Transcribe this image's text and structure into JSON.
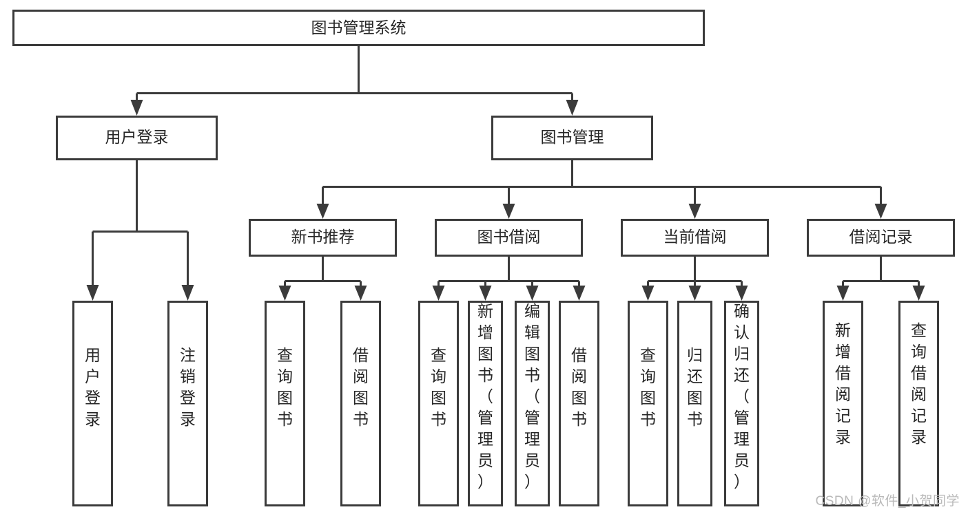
{
  "diagram": {
    "title": "图书管理系统",
    "type": "hierarchy-tree",
    "watermark": "CSDN @软件_小贺同学",
    "colors": {
      "stroke": "#3b3b3b",
      "box_fill": "#ffffff",
      "text": "#262626",
      "background": "#ffffff",
      "watermark": "#b9b9b9"
    },
    "levels": [
      {
        "level": 1,
        "nodes": [
          {
            "id": "root",
            "label": "图书管理系统",
            "orientation": "horizontal"
          }
        ]
      },
      {
        "level": 2,
        "nodes": [
          {
            "id": "user-login",
            "label": "用户登录",
            "orientation": "horizontal",
            "parent": "root"
          },
          {
            "id": "book-mgmt",
            "label": "图书管理",
            "orientation": "horizontal",
            "parent": "root"
          }
        ]
      },
      {
        "level": 3,
        "nodes": [
          {
            "id": "new-book-rec",
            "label": "新书推荐",
            "orientation": "horizontal",
            "parent": "book-mgmt"
          },
          {
            "id": "book-borrow",
            "label": "图书借阅",
            "orientation": "horizontal",
            "parent": "book-mgmt"
          },
          {
            "id": "current-borrow",
            "label": "当前借阅",
            "orientation": "horizontal",
            "parent": "book-mgmt"
          },
          {
            "id": "borrow-record",
            "label": "借阅记录",
            "orientation": "horizontal",
            "parent": "book-mgmt"
          }
        ]
      },
      {
        "level": 4,
        "nodes": [
          {
            "id": "leaf-user-login",
            "label": "用户登录",
            "orientation": "vertical",
            "parent": "user-login"
          },
          {
            "id": "leaf-logout",
            "label": "注销登录",
            "orientation": "vertical",
            "parent": "user-login"
          },
          {
            "id": "leaf-query-book-1",
            "label": "查询图书",
            "orientation": "vertical",
            "parent": "new-book-rec"
          },
          {
            "id": "leaf-borrow-book-1",
            "label": "借阅图书",
            "orientation": "vertical",
            "parent": "new-book-rec"
          },
          {
            "id": "leaf-query-book-2",
            "label": "查询图书",
            "orientation": "vertical",
            "parent": "book-borrow"
          },
          {
            "id": "leaf-add-book",
            "label": "新增图书（管理员）",
            "orientation": "vertical",
            "parent": "book-borrow"
          },
          {
            "id": "leaf-edit-book",
            "label": "编辑图书（管理员）",
            "orientation": "vertical",
            "parent": "book-borrow"
          },
          {
            "id": "leaf-borrow-book-2",
            "label": "借阅图书",
            "orientation": "vertical",
            "parent": "book-borrow"
          },
          {
            "id": "leaf-query-book-3",
            "label": "查询图书",
            "orientation": "vertical",
            "parent": "current-borrow"
          },
          {
            "id": "leaf-return-book",
            "label": "归还图书",
            "orientation": "vertical",
            "parent": "current-borrow"
          },
          {
            "id": "leaf-confirm-return",
            "label": "确认归还（管理员）",
            "orientation": "vertical",
            "parent": "current-borrow"
          },
          {
            "id": "leaf-add-record",
            "label": "新增借阅记录",
            "orientation": "vertical",
            "parent": "borrow-record"
          },
          {
            "id": "leaf-query-record",
            "label": "查询借阅记录",
            "orientation": "vertical",
            "parent": "borrow-record"
          }
        ]
      }
    ]
  }
}
